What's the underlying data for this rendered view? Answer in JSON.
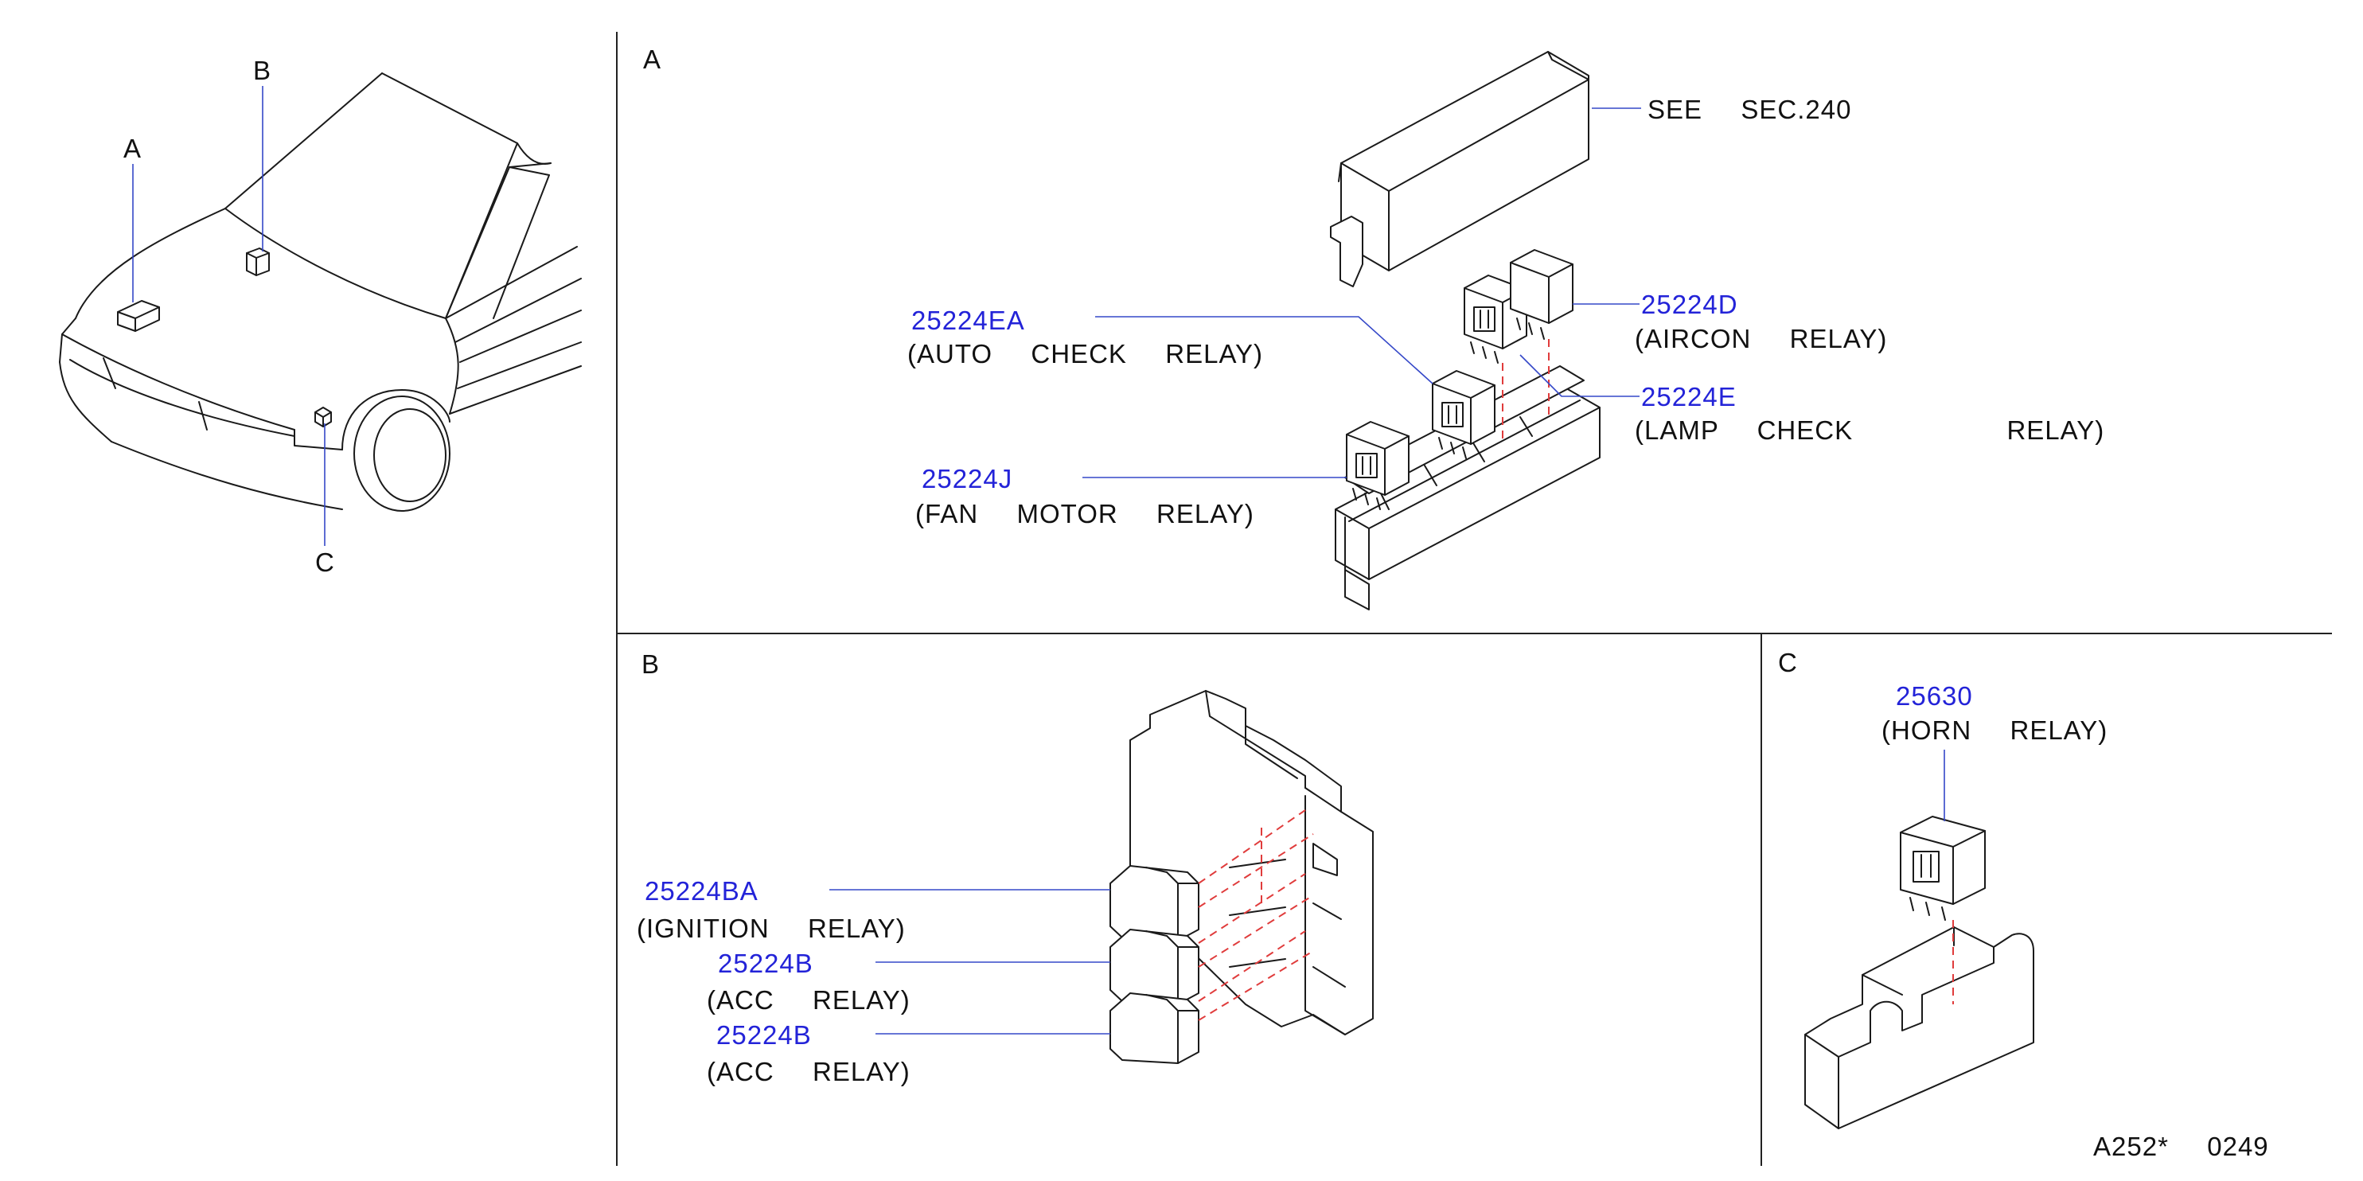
{
  "sections": {
    "car_labels": [
      "A",
      "B",
      "C"
    ],
    "a": "A",
    "b": "B",
    "c": "C"
  },
  "callouts": {
    "a": [
      {
        "pn": "",
        "name": "SEE  SEC.240"
      },
      {
        "pn": "25224EA",
        "name": "(AUTO  CHECK  RELAY)"
      },
      {
        "pn": "25224D",
        "name": "(AIRCON  RELAY)"
      },
      {
        "pn": "25224E",
        "name": "(LAMP  CHECK        RELAY)"
      },
      {
        "pn": "25224J",
        "name": "(FAN  MOTOR  RELAY)"
      }
    ],
    "b": [
      {
        "pn": "25224BA",
        "name": "(IGNITION  RELAY)"
      },
      {
        "pn": "25224B",
        "name": "(ACC  RELAY)"
      },
      {
        "pn": "25224B",
        "name": "(ACC  RELAY)"
      }
    ],
    "c": [
      {
        "pn": "25630",
        "name": "(HORN  RELAY)"
      }
    ]
  },
  "figure_code": "A252*  0249",
  "colors": {
    "part_number": "#2323d8",
    "leader": "#3548c8",
    "hidden_line": "#e03c3c",
    "ink": "#1a1a1a"
  },
  "icons": {
    "vehicle": "car-front-view-outline",
    "relay": "relay-cube",
    "box": "relay-box"
  }
}
